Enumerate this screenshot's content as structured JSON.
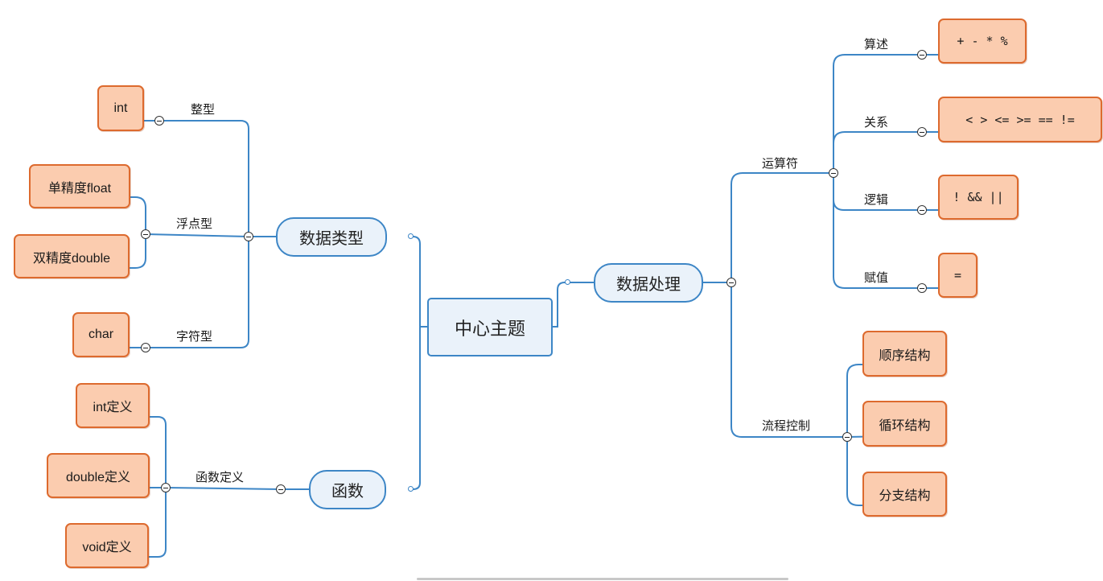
{
  "central": "中心主题",
  "branches": {
    "data_types": {
      "title": "数据类型",
      "integer": {
        "label": "整型",
        "items": [
          "int"
        ]
      },
      "float": {
        "label": "浮点型",
        "items": [
          "单精度float",
          "双精度double"
        ]
      },
      "char": {
        "label": "字符型",
        "items": [
          "char"
        ]
      }
    },
    "functions": {
      "title": "函数",
      "definition": {
        "label": "函数定义",
        "items": [
          "int定义",
          "double定义",
          "void定义"
        ]
      }
    },
    "data_processing": {
      "title": "数据处理",
      "operators": {
        "label": "运算符",
        "arithmetic": {
          "label": "算述",
          "value": "+ - * %"
        },
        "relational": {
          "label": "关系",
          "value": "< > <= >= == !="
        },
        "logical": {
          "label": "逻辑",
          "value": "! && ||"
        },
        "assignment": {
          "label": "赋值",
          "value": "="
        }
      },
      "control_flow": {
        "label": "流程控制",
        "items": [
          "顺序结构",
          "循环结构",
          "分支结构"
        ]
      }
    }
  },
  "colors": {
    "line": "#3d86c6",
    "main_fill": "#eaf2fa",
    "leaf_fill": "#fbccaf",
    "leaf_border": "#dd6a2e"
  }
}
